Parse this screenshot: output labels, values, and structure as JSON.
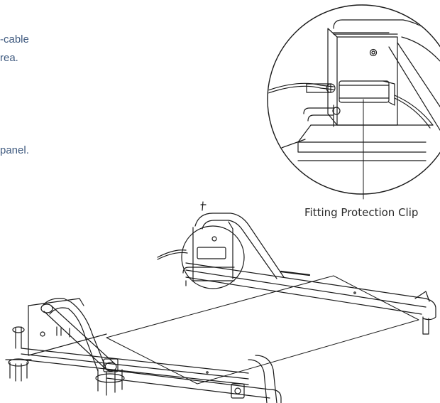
{
  "instruction_fragments": [
    "-cable",
    "rea.",
    "panel."
  ],
  "callout": {
    "label": "Fitting Protection Clip"
  },
  "colors": {
    "instruction_text": "#3f5a7f",
    "line_art": "#1a1a1a"
  }
}
